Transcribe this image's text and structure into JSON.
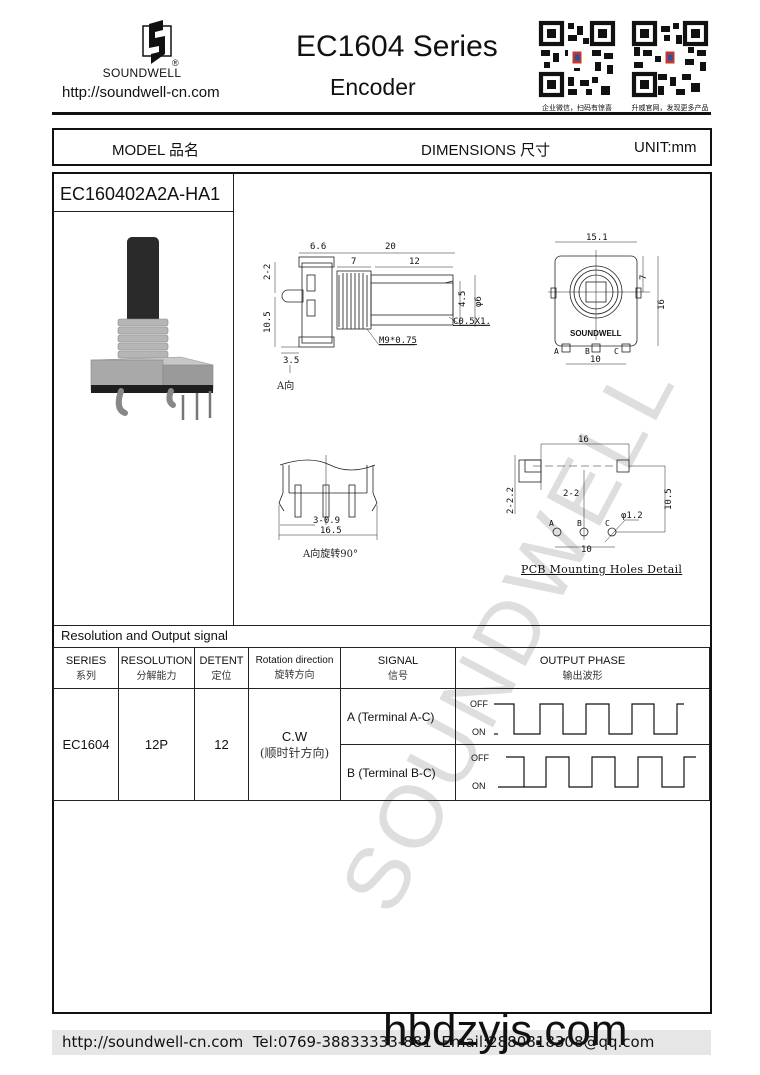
{
  "header": {
    "brand": "SOUNDWELL",
    "registered_mark": "®",
    "website": "http://soundwell-cn.com",
    "title": "EC1604 Series",
    "subtitle": "Encoder",
    "qr_codes": [
      {
        "caption": "企业微信，扫码有惊喜"
      },
      {
        "caption": "升威官网，发现更多产品"
      }
    ]
  },
  "info_bar": {
    "model_label": "MODEL 品名",
    "dimensions_label": "DIMENSIONS 尺寸",
    "unit_label": "UNIT:mm"
  },
  "model": {
    "part_number": "EC160402A2A-HA1"
  },
  "drawings": {
    "side_view": {
      "dims": [
        "6.6",
        "20",
        "7",
        "12",
        "2-2",
        "10.5",
        "3.5",
        "4.5",
        "φ6",
        "M9*0.75",
        "C0.5X1.5"
      ],
      "view_label": "A向"
    },
    "front_view": {
      "dims": [
        "15.1",
        "7",
        "16",
        "10"
      ],
      "brand_mark": "SOUNDWELL",
      "terminals": [
        "A",
        "B",
        "C"
      ]
    },
    "bottom_view": {
      "dims": [
        "3-0.9",
        "16.5"
      ],
      "caption": "A向旋转90°"
    },
    "pcb_view": {
      "dims": [
        "16",
        "2-2.2",
        "2-2",
        "10.5",
        "φ1.2",
        "10"
      ],
      "terminals": [
        "A",
        "B",
        "C"
      ],
      "caption": "PCB Mounting Holes Detail"
    }
  },
  "signal_section": {
    "title": "Resolution and Output signal",
    "columns": [
      {
        "en": "SERIES",
        "cn": "系列"
      },
      {
        "en": "RESOLUTION",
        "cn": "分解能力"
      },
      {
        "en": "DETENT",
        "cn": "定位"
      },
      {
        "en": "Rotation direction",
        "cn": "旋转方向"
      },
      {
        "en": "SIGNAL",
        "cn": "信号"
      },
      {
        "en": "OUTPUT PHASE",
        "cn": "输出波形"
      }
    ],
    "row": {
      "series": "EC1604",
      "resolution": "12P",
      "detent": "12",
      "rotation": "C.W",
      "rotation_cn": "(顺时针方向)",
      "signals": [
        {
          "label": "A (Terminal A-C)",
          "off": "OFF",
          "on": "ON"
        },
        {
          "label": "B (Terminal B-C)",
          "off": "OFF",
          "on": "ON"
        }
      ]
    }
  },
  "watermark": "SOUNDWELL",
  "footer": {
    "text": "http://soundwell-cn.com  Tel:0769-38833333-881  Email:2880818308@qq.com",
    "overlay": "hbdzyjs.com"
  }
}
